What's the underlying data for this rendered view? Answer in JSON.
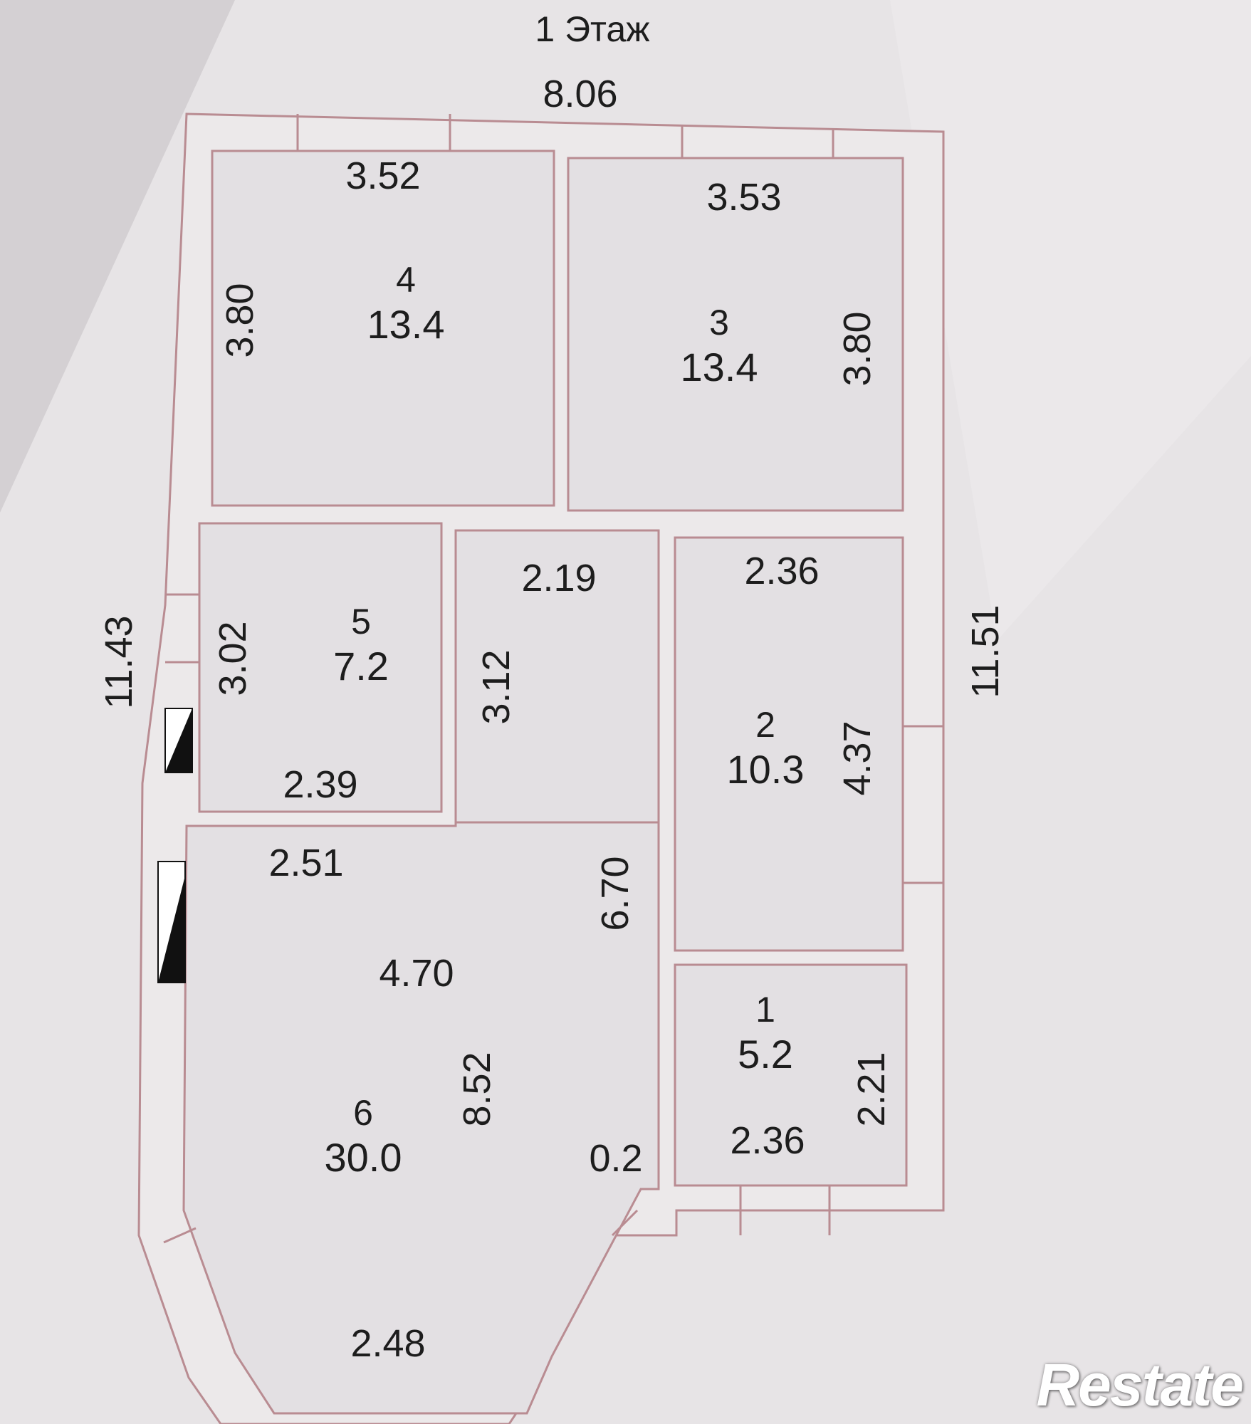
{
  "floor_title": "1 Этаж",
  "overall": {
    "width": "8.06",
    "left_height": "11.43",
    "right_height": "11.51"
  },
  "rooms": {
    "r4": {
      "number": "4",
      "area": "13.4",
      "width": "3.52",
      "height": "3.80"
    },
    "r3": {
      "number": "3",
      "area": "13.4",
      "width": "3.53",
      "height": "3.80"
    },
    "r5": {
      "number": "5",
      "area": "7.2",
      "height": "3.02",
      "bottom_width": "2.39"
    },
    "corridor": {
      "width": "2.19",
      "height": "3.12"
    },
    "r2": {
      "number": "2",
      "area": "10.3",
      "width": "2.36",
      "height": "4.37"
    },
    "r1": {
      "number": "1",
      "area": "5.2",
      "width": "2.36",
      "height": "2.21"
    },
    "r6": {
      "number": "6",
      "area": "30.0",
      "top_width": "2.51",
      "mid_width": "4.70",
      "right_height": "6.70",
      "height": "8.52",
      "step": "0.2",
      "bay_width": "2.48"
    }
  },
  "watermark": "Restate",
  "colors": {
    "wall_line": "#b98c92",
    "wall_fill": "#ece9ea",
    "room_fill": "#e3e0e3",
    "window": "#111111"
  }
}
